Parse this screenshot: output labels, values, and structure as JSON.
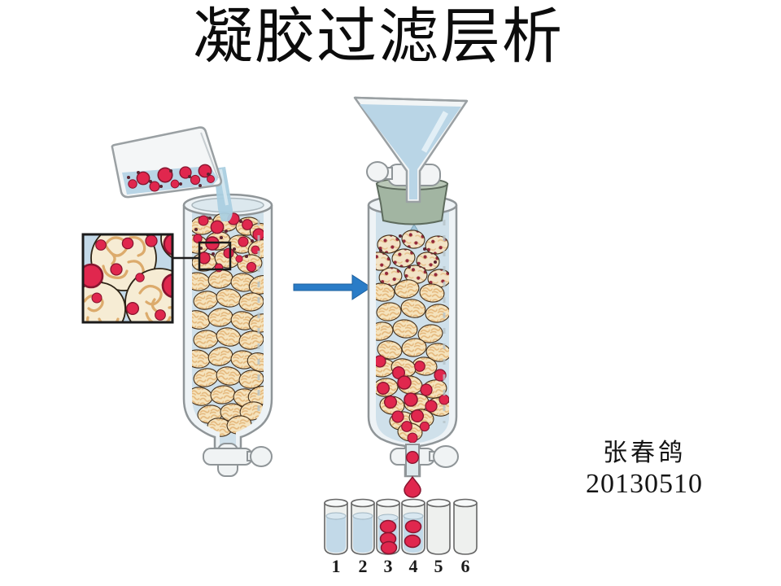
{
  "slide": {
    "title": "凝胶过滤层析",
    "credit": {
      "name": "张春鸽",
      "date": "20130510"
    }
  },
  "diagram": {
    "subject": "gel-filtration-chromatography-process",
    "steps": {
      "left": "sample mixture with red molecules poured from beaker onto gel bead column",
      "right": "buffer added via funnel; large molecules travel between beads and elute first; drop collected below"
    },
    "collection_tubes": {
      "labels": [
        "1",
        "2",
        "3",
        "4",
        "5",
        "6"
      ],
      "has_liquid": [
        true,
        true,
        true,
        true,
        false,
        false
      ],
      "red_molecule_dots": [
        0,
        0,
        3,
        2,
        0,
        0
      ]
    },
    "colors": {
      "red_particle": "#e0274e",
      "red_particle_outline": "#87152f",
      "small_particle": "#5c2430",
      "gel_bead": "#f5e3bd",
      "bead_matrix_line": "#e5b87c",
      "column_liquid": "#cfe0ea",
      "buffer_blue": "#b9d5e6",
      "arrow_blue": "#2a7cc7",
      "stopper_green": "#a8bba7",
      "glass_outline": "#8f9598"
    }
  }
}
